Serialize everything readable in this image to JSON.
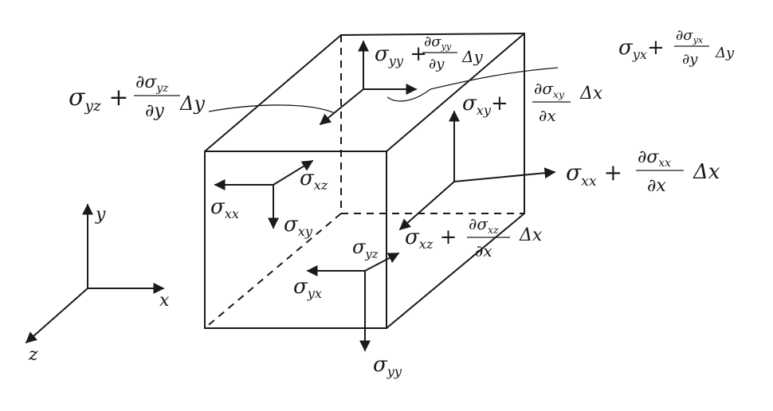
{
  "axes": {
    "x": "x",
    "y": "y",
    "z": "z"
  },
  "front_face": {
    "sigma_xx": {
      "base": "σ",
      "sub": "xx"
    },
    "sigma_xz": {
      "base": "σ",
      "sub": "xz"
    },
    "sigma_xy": {
      "base": "σ",
      "sub": "xy"
    }
  },
  "bottom_face": {
    "sigma_yz": {
      "base": "σ",
      "sub": "yz"
    },
    "sigma_yx": {
      "base": "σ",
      "sub": "yx"
    },
    "sigma_yy": {
      "base": "σ",
      "sub": "yy"
    }
  },
  "top_face": {
    "sigma_yy_plus": {
      "base": "σ",
      "sub": "yy",
      "plus": " + ",
      "num": "∂σ",
      "num_sub": "yy",
      "den": "∂y",
      "tail": "Δy"
    },
    "sigma_yz_plus": {
      "base": "σ",
      "sub": "yz",
      "plus": " + ",
      "num": "∂σ",
      "num_sub": "yz",
      "den": "∂y",
      "tail": "Δy"
    },
    "sigma_yx_plus": {
      "base": "σ",
      "sub": "yx",
      "plus": "+",
      "num": "∂σ",
      "num_sub": "yx",
      "den": "∂y",
      "tail": "Δy"
    }
  },
  "right_face": {
    "sigma_xy_plus": {
      "base": "σ",
      "sub": "xy",
      "plus": "+",
      "num": "∂σ",
      "num_sub": "xy",
      "den": "∂x",
      "tail": "Δx"
    },
    "sigma_xx_plus": {
      "base": "σ",
      "sub": "xx",
      "plus": " + ",
      "num": "∂σ",
      "num_sub": "xx",
      "den": "∂x",
      "tail": "Δx"
    },
    "sigma_xz_plus": {
      "base": "σ",
      "sub": "xz",
      "plus": " + ",
      "num": "∂σ",
      "num_sub": "xz",
      "den": "∂x",
      "tail": "Δx"
    }
  }
}
